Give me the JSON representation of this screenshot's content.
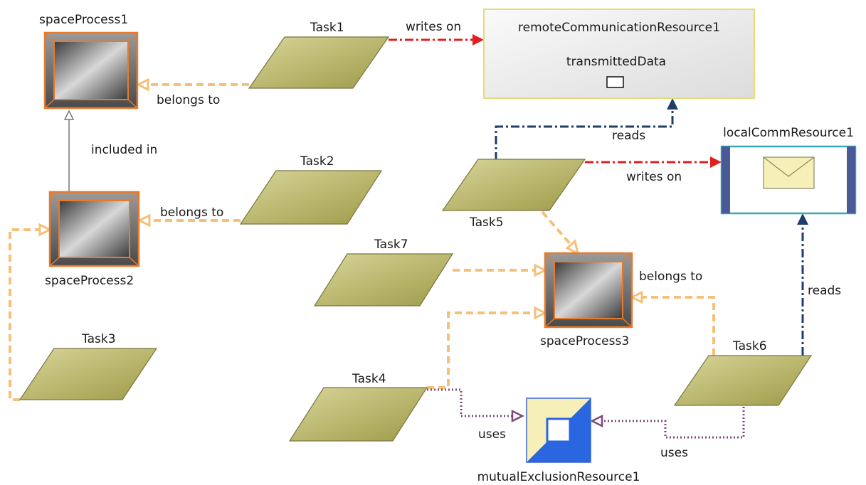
{
  "processes": {
    "sp1": "spaceProcess1",
    "sp2": "spaceProcess2",
    "sp3": "spaceProcess3"
  },
  "tasks": {
    "t1": "Task1",
    "t2": "Task2",
    "t3": "Task3",
    "t4": "Task4",
    "t5": "Task5",
    "t6": "Task6",
    "t7": "Task7"
  },
  "resources": {
    "remote": "remoteCommunicationResource1",
    "remote_port": "transmittedData",
    "local": "localCommResource1",
    "mutex": "mutualExclusionResource1"
  },
  "relations": {
    "belongs_t1": "belongs to",
    "belongs_t2": "belongs to",
    "belongs_t6": "belongs to",
    "included_in": "included in",
    "writes_t1": "writes on",
    "writes_t5": "writes on",
    "reads_t5": "reads",
    "reads_t6": "reads",
    "uses_t4": "uses",
    "uses_t6": "uses"
  },
  "colors": {
    "belongs": "#f5c07a",
    "writes": "#e02020",
    "reads": "#1f3d6b",
    "uses": "#7a4a7a",
    "task_fill": "#b8b466",
    "process_border": "#e87a2e",
    "mutex_blue": "#2a66e0"
  }
}
